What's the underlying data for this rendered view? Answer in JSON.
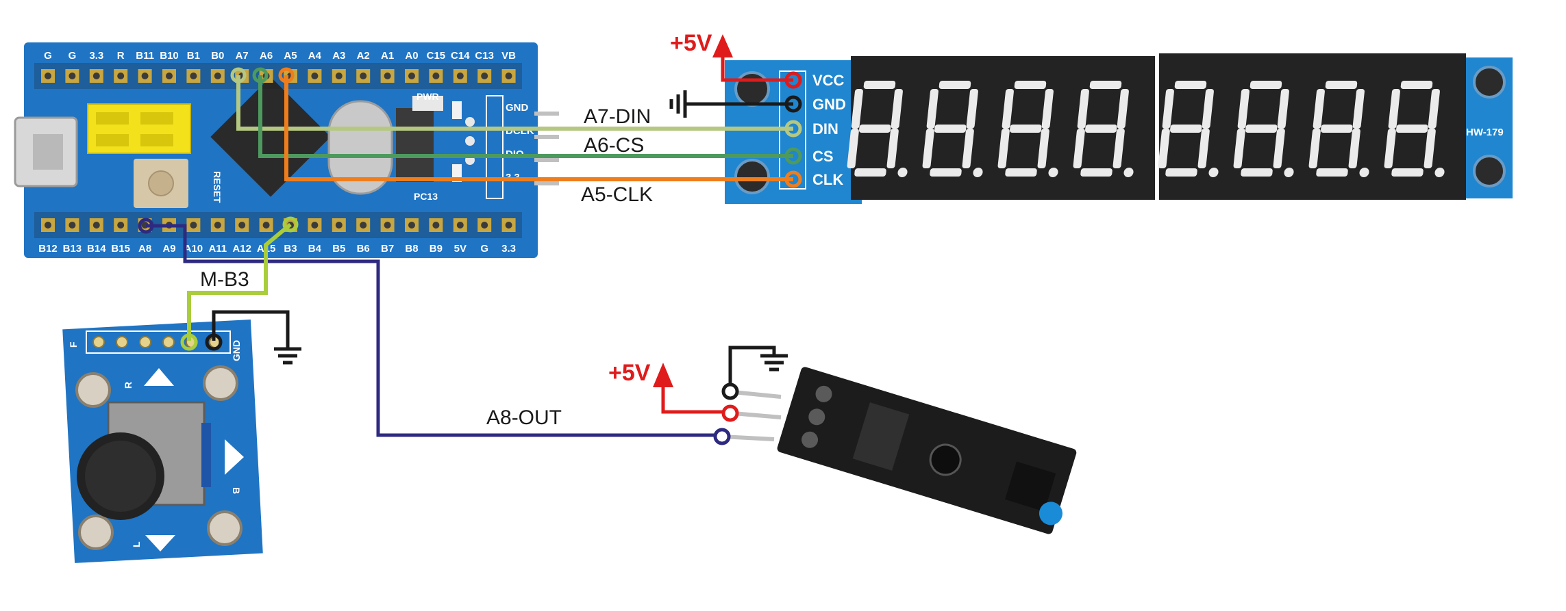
{
  "board": {
    "top_pins": [
      "G",
      "G",
      "3.3",
      "R",
      "B11",
      "B10",
      "B1",
      "B0",
      "A7",
      "A6",
      "A5",
      "A4",
      "A3",
      "A2",
      "A1",
      "A0",
      "C15",
      "C14",
      "C13",
      "VB"
    ],
    "bottom_pins": [
      "B12",
      "B13",
      "B14",
      "B15",
      "A8",
      "A9",
      "A10",
      "A11",
      "A12",
      "A15",
      "B3",
      "B4",
      "B5",
      "B6",
      "B7",
      "B8",
      "B9",
      "5V",
      "G",
      "3.3"
    ],
    "side_labels": [
      "GND",
      "DCLK",
      "DIO",
      "3.3"
    ],
    "pwr_label": "PWR",
    "pc13_label": "PC13",
    "reset_label": "RESET"
  },
  "display": {
    "pins": [
      "VCC",
      "GND",
      "DIN",
      "CS",
      "CLK"
    ],
    "model": "HW-179",
    "digits": 8
  },
  "encoder": {
    "pin_f": "F",
    "pin_gnd": "GND",
    "arrows": [
      "R",
      "B",
      "L"
    ]
  },
  "labels": {
    "din": "A7-DIN",
    "cs": "A6-CS",
    "clk": "A5-CLK",
    "mb3": "M-B3",
    "a8out": "A8-OUT",
    "plus5v_top": "+5V",
    "plus5v_sensor": "+5V"
  },
  "colors": {
    "din_wire": "#b5c882",
    "cs_wire": "#4e9a5e",
    "clk_wire": "#f07d1b",
    "mb3_wire": "#a9cd3b",
    "a8_wire": "#2e2a80",
    "vcc_wire": "#e01b1b",
    "gnd_wire": "#1a1a1a",
    "pcb_blue": "#1f74c4"
  }
}
